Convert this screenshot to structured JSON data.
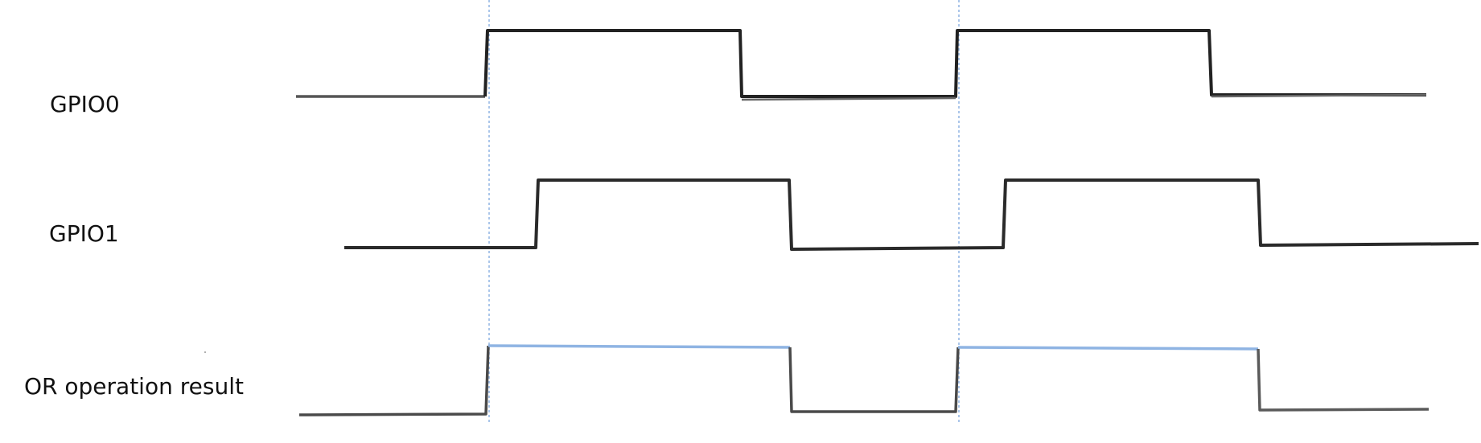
{
  "signals": [
    {
      "name": "GPIO0",
      "color": "#222222",
      "edges": [
        0,
        0,
        1,
        1,
        0,
        0,
        1,
        1,
        0,
        0
      ]
    },
    {
      "name": "GPIO1",
      "color": "#222222",
      "edges": [
        0,
        0,
        1,
        1,
        0,
        0,
        1,
        1,
        0,
        0
      ]
    },
    {
      "name": "OR operation result",
      "color": "#444444",
      "high_color": "#8fb4e3",
      "edges": [
        0,
        0,
        1,
        1,
        0,
        0,
        1,
        1,
        0,
        0
      ]
    }
  ],
  "colors": {
    "guide": "#8fb4e3",
    "trace": "#222222",
    "background": "#ffffff"
  }
}
